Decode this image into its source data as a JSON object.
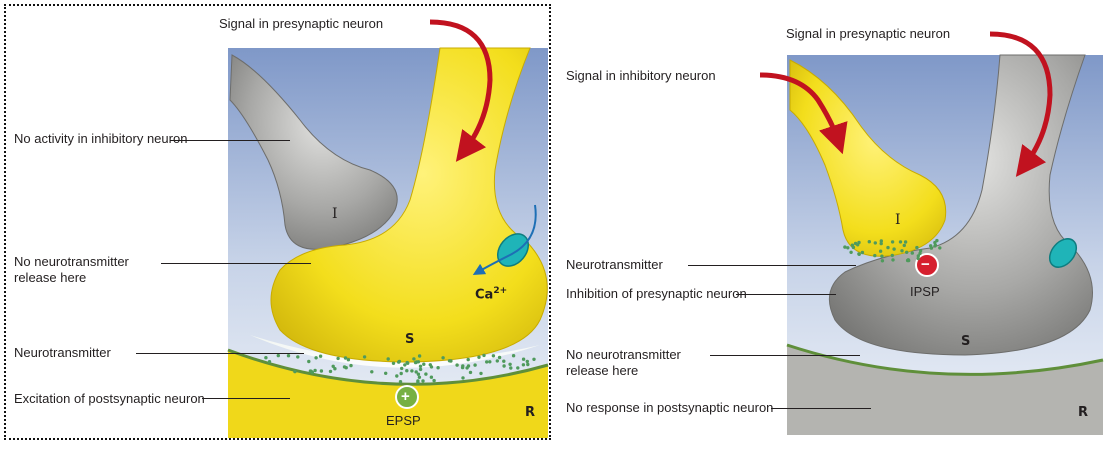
{
  "left_panel": {
    "signal_label": "Signal in presynaptic neuron",
    "no_activity_label": "No activity in inhibitory neuron",
    "no_release_label": "No neurotransmitter release here",
    "neurotransmitter_label": "Neurotransmitter",
    "excitation_label": "Excitation of postsynaptic neuron",
    "inhibitory_terminal_tag": "I",
    "synaptic_terminal_tag": "S",
    "receptor_tag": "R",
    "calcium_tag": "Ca",
    "calcium_superscript": "2+",
    "epsp_label": "EPSP",
    "epsp_sign": "+"
  },
  "right_panel": {
    "signal_presynaptic_label": "Signal in presynaptic neuron",
    "signal_inhibitory_label": "Signal in inhibitory neuron",
    "neurotransmitter_label": "Neurotransmitter",
    "inhibition_label": "Inhibition of presynaptic neuron",
    "no_release_label": "No neurotransmitter release here",
    "no_response_label": "No response in postsynaptic neuron",
    "inhibitory_terminal_tag": "I",
    "synaptic_terminal_tag": "S",
    "receptor_tag": "R",
    "ipsp_label": "IPSP",
    "ipsp_sign": "−"
  },
  "colors": {
    "neuron_yellow": "#f3de1c",
    "neuron_gray": "#9a9a98",
    "background_blue": "#8fa6cf",
    "arrow_red": "#c1121f",
    "channel_teal": "#1fb4b8",
    "epsp_green": "#77b043",
    "ipsp_red": "#d6202f",
    "vesicle_green": "#4f9a5c"
  }
}
